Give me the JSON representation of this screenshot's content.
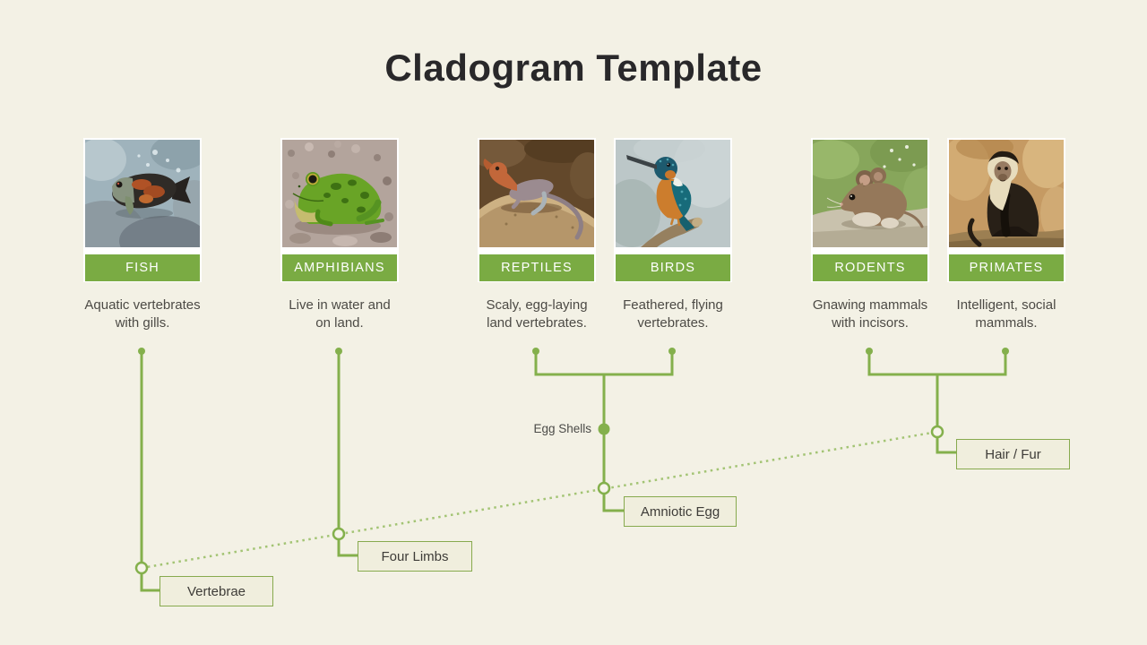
{
  "title": "Cladogram Template",
  "colors": {
    "background": "#f3f1e5",
    "accent_green": "#7aab43",
    "line_green": "#84b04c",
    "dotted_green": "#a3c474",
    "node_box_fill": "#f0eedd",
    "node_box_border": "#87aa4e",
    "title_text": "#29282a",
    "body_text": "#4c4a45"
  },
  "taxa": [
    {
      "name": "FISH",
      "photo": "fish-photo",
      "lines": [
        "Aquatic vertebrates",
        "with gills."
      ]
    },
    {
      "name": "AMPHIBIANS",
      "photo": "frog-photo",
      "lines": [
        "Live in water and",
        "on land."
      ]
    },
    {
      "name": "REPTILES",
      "photo": "lizard-photo",
      "lines": [
        "Scaly, egg-laying",
        "land vertebrates."
      ]
    },
    {
      "name": "BIRDS",
      "photo": "kingfisher-photo",
      "lines": [
        "Feathered, flying",
        "vertebrates."
      ]
    },
    {
      "name": "RODENTS",
      "photo": "mouse-photo",
      "lines": [
        "Gnawing mammals",
        "with incisors."
      ]
    },
    {
      "name": "PRIMATES",
      "photo": "monkey-photo",
      "lines": [
        "Intelligent, social",
        "mammals."
      ]
    }
  ],
  "nodes": {
    "vertebrae": "Vertebrae",
    "four_limbs": "Four Limbs",
    "egg_shells": "Egg Shells",
    "amniotic_egg": "Amniotic Egg",
    "hair_fur": "Hair / Fur"
  }
}
